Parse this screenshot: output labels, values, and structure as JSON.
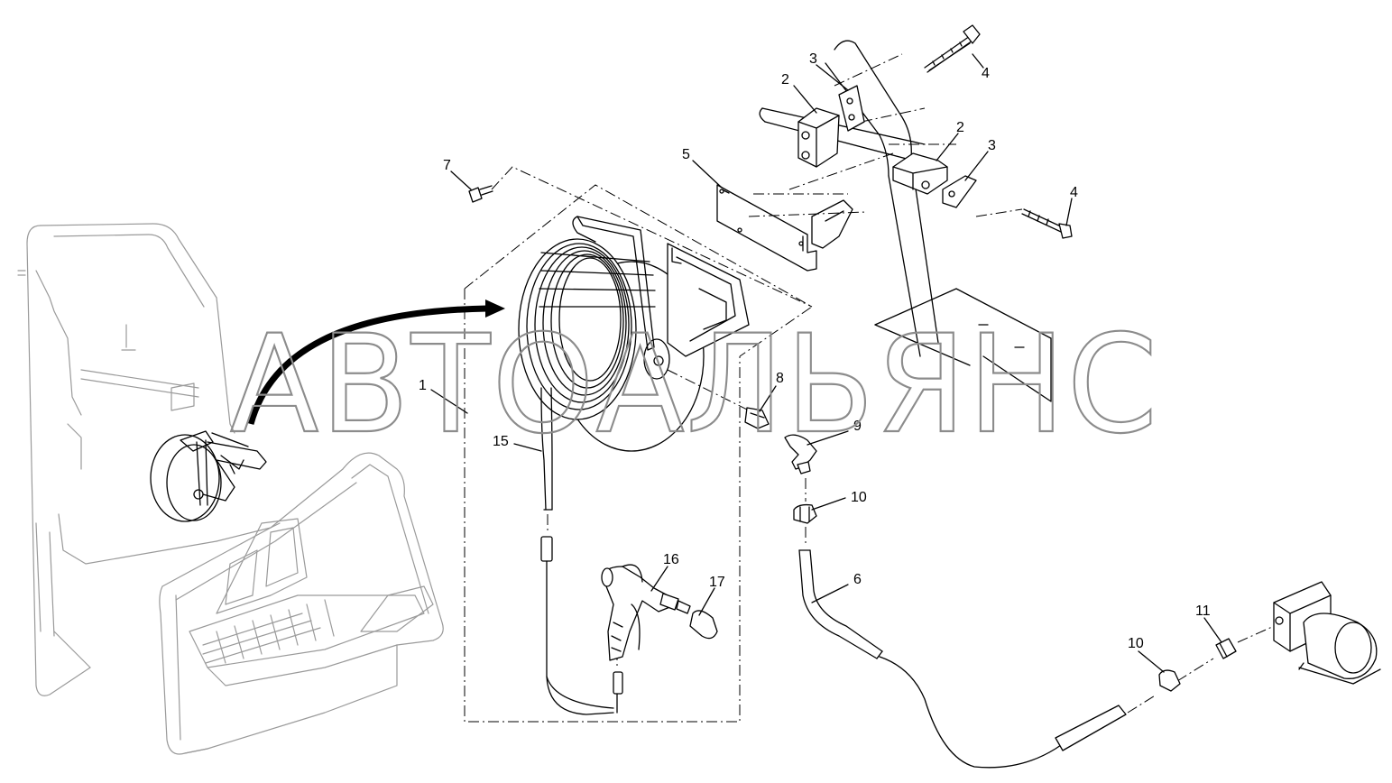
{
  "watermark": "АВТОАЛЬЯНС",
  "callouts": {
    "c1": "1",
    "c2a": "2",
    "c2b": "2",
    "c3a": "3",
    "c3b": "3",
    "c4a": "4",
    "c4b": "4",
    "c5": "5",
    "c6": "6",
    "c7": "7",
    "c8": "8",
    "c9": "9",
    "c10a": "10",
    "c10b": "10",
    "c11": "11",
    "c15": "15",
    "c16": "16",
    "c17": "17"
  },
  "colors": {
    "line": "#000000",
    "machine_outline": "#9a9a9a",
    "watermark": "#8c8c8c",
    "background": "#ffffff"
  }
}
